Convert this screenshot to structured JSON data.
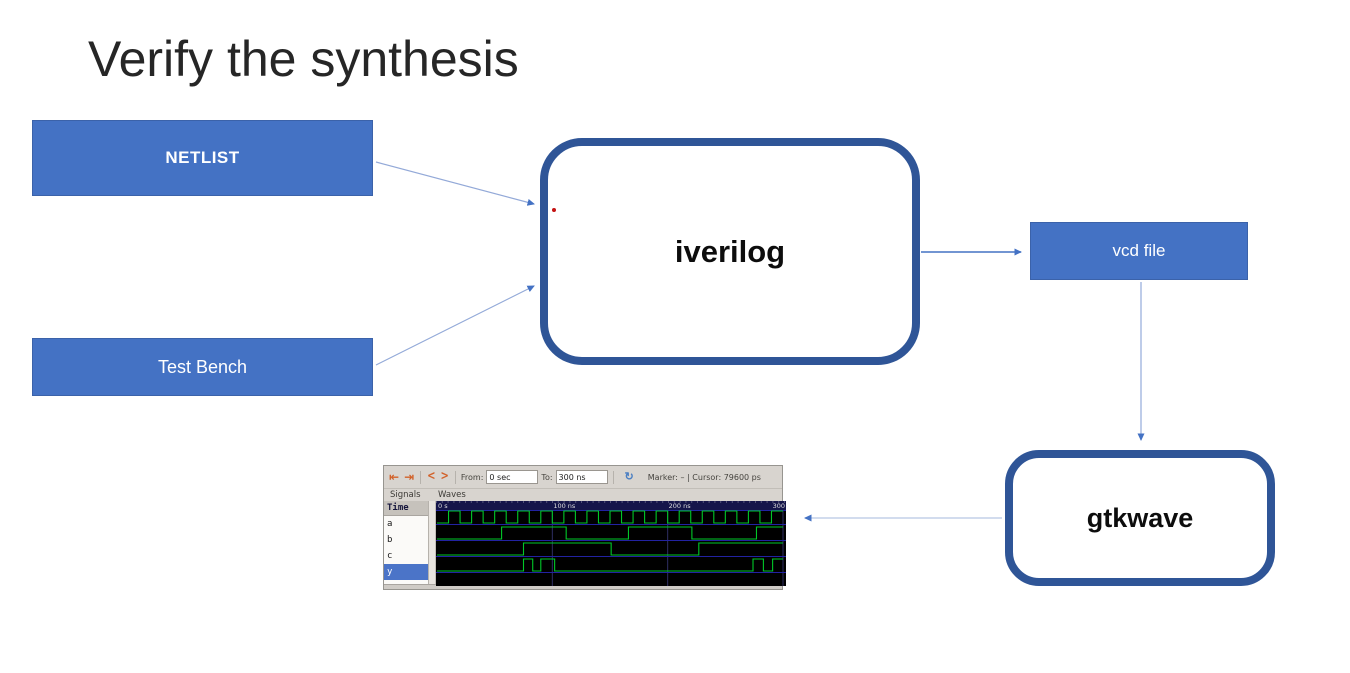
{
  "slide": {
    "title": "Verify the synthesis"
  },
  "nodes": {
    "netlist": {
      "label": "NETLIST"
    },
    "test_bench": {
      "label": "Test Bench"
    },
    "iverilog": {
      "label": "iverilog"
    },
    "vcd_file": {
      "label": "vcd file"
    },
    "gtkwave": {
      "label": "gtkwave"
    }
  },
  "colors": {
    "node_fill": "#4472c4",
    "node_border": "#3b62a9",
    "rounded_border": "#2f5597",
    "arrow_line": "#93a9d8",
    "arrow_line_light": "#c3d0e8",
    "arrow_head": "#4472c4",
    "wave_green": "#00c828",
    "wave_bg": "#000000",
    "timeline_bg": "#15154a",
    "grid_line": "#2e2e62",
    "row_separator": "#2222a2",
    "selected_row": "#4b74c8",
    "laser_dot": "#c41212"
  },
  "gtkwave_window": {
    "toolbar": {
      "skip_to_start_icon": "⇤",
      "skip_to_end_icon": "⇥",
      "prev_edge_icon": "<",
      "next_edge_icon": ">",
      "from_label": "From:",
      "from_value": "0 sec",
      "to_label": "To:",
      "to_value": "300 ns",
      "reload_icon": "↻",
      "marker_text": "Marker: – | Cursor: 79600 ps"
    },
    "signals_header": "Signals",
    "waves_header": "Waves",
    "time_column_header": "Time",
    "signal_names": [
      "a",
      "b",
      "c",
      "y"
    ],
    "selected_signal": "y",
    "timeline": {
      "start_label": "0 s",
      "total_ns": 300,
      "ticks": [
        {
          "ns": 100,
          "label": "100 ns"
        },
        {
          "ns": 200,
          "label": "200 ns"
        },
        {
          "ns": 300,
          "label": "300"
        }
      ]
    },
    "waveform": {
      "signals": [
        {
          "name": "a",
          "high_intervals": [
            [
              10,
              20
            ],
            [
              30,
              40
            ],
            [
              50,
              60
            ],
            [
              70,
              80
            ],
            [
              90,
              100
            ],
            [
              110,
              120
            ],
            [
              130,
              140
            ],
            [
              150,
              160
            ],
            [
              170,
              180
            ],
            [
              190,
              200
            ],
            [
              210,
              220
            ],
            [
              230,
              240
            ],
            [
              250,
              260
            ],
            [
              270,
              280
            ],
            [
              290,
              300
            ]
          ]
        },
        {
          "name": "b",
          "high_intervals": [
            [
              56,
              112
            ],
            [
              166,
              221
            ],
            [
              277,
              300
            ]
          ]
        },
        {
          "name": "c",
          "high_intervals": [
            [
              75,
              151
            ],
            [
              227,
              300
            ]
          ]
        },
        {
          "name": "y",
          "high_intervals": [
            [
              75,
              83
            ],
            [
              90,
              102
            ],
            [
              274,
              283
            ],
            [
              291,
              300
            ]
          ]
        }
      ]
    }
  }
}
